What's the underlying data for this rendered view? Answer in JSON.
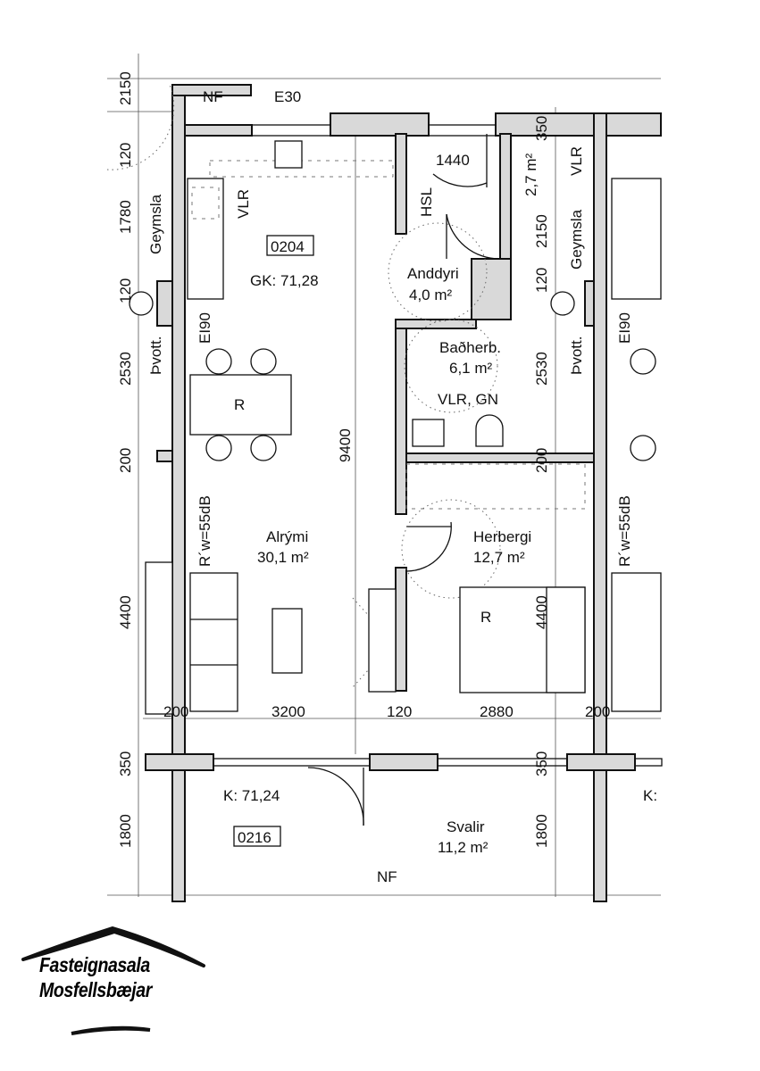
{
  "plan": {
    "top": {
      "nf": "NF",
      "e30": "E30",
      "dim_2150_left": "2150",
      "dim_120_top": "120",
      "dim_350_top": "350"
    },
    "unit": {
      "id": "0204",
      "gk": "GK: 71,28"
    },
    "rooms": {
      "geymsla_left": "Geymsla",
      "geymsla_right": "Geymsla",
      "vlr_left": "VLR",
      "vlr_right": "VLR",
      "anddyri": "Anddyri",
      "anddyri_area": "4,0 m²",
      "hsl": "HSL",
      "dim_1440": "1440",
      "geymsla_area": "2,7 m²",
      "badherb": "Baðherb.",
      "badherb_area": "6,1 m²",
      "badherb_note": "VLR, GN",
      "thvott_left": "Þvott.",
      "thvott_right": "Þvott.",
      "ei90_left": "EI90",
      "ei90_right": "EI90",
      "r_table": "R",
      "r_bed": "R",
      "alrymi": "Alrými",
      "alrymi_area": "30,1 m²",
      "herbergi": "Herbergi",
      "herbergi_area": "12,7 m²",
      "rw_left": "R´w=55dB",
      "rw_right": "R´w=55dB",
      "svalir": "Svalir",
      "svalir_area": "11,2 m²",
      "k_level": "K: 71,24",
      "k_right": "K:",
      "balcony_id": "0216",
      "nf_bottom": "NF"
    },
    "dims_left": [
      "1780",
      "120",
      "2530",
      "200",
      "4400",
      "350",
      "1800"
    ],
    "dims_right": [
      "2150",
      "120",
      "2530",
      "200",
      "4400",
      "350",
      "1800"
    ],
    "dim_9400": "9400",
    "dims_bottom": [
      "200",
      "3200",
      "120",
      "2880",
      "200"
    ]
  },
  "logo": {
    "line1": "Fasteignasala",
    "line2": "Mosfellsbæjar"
  }
}
